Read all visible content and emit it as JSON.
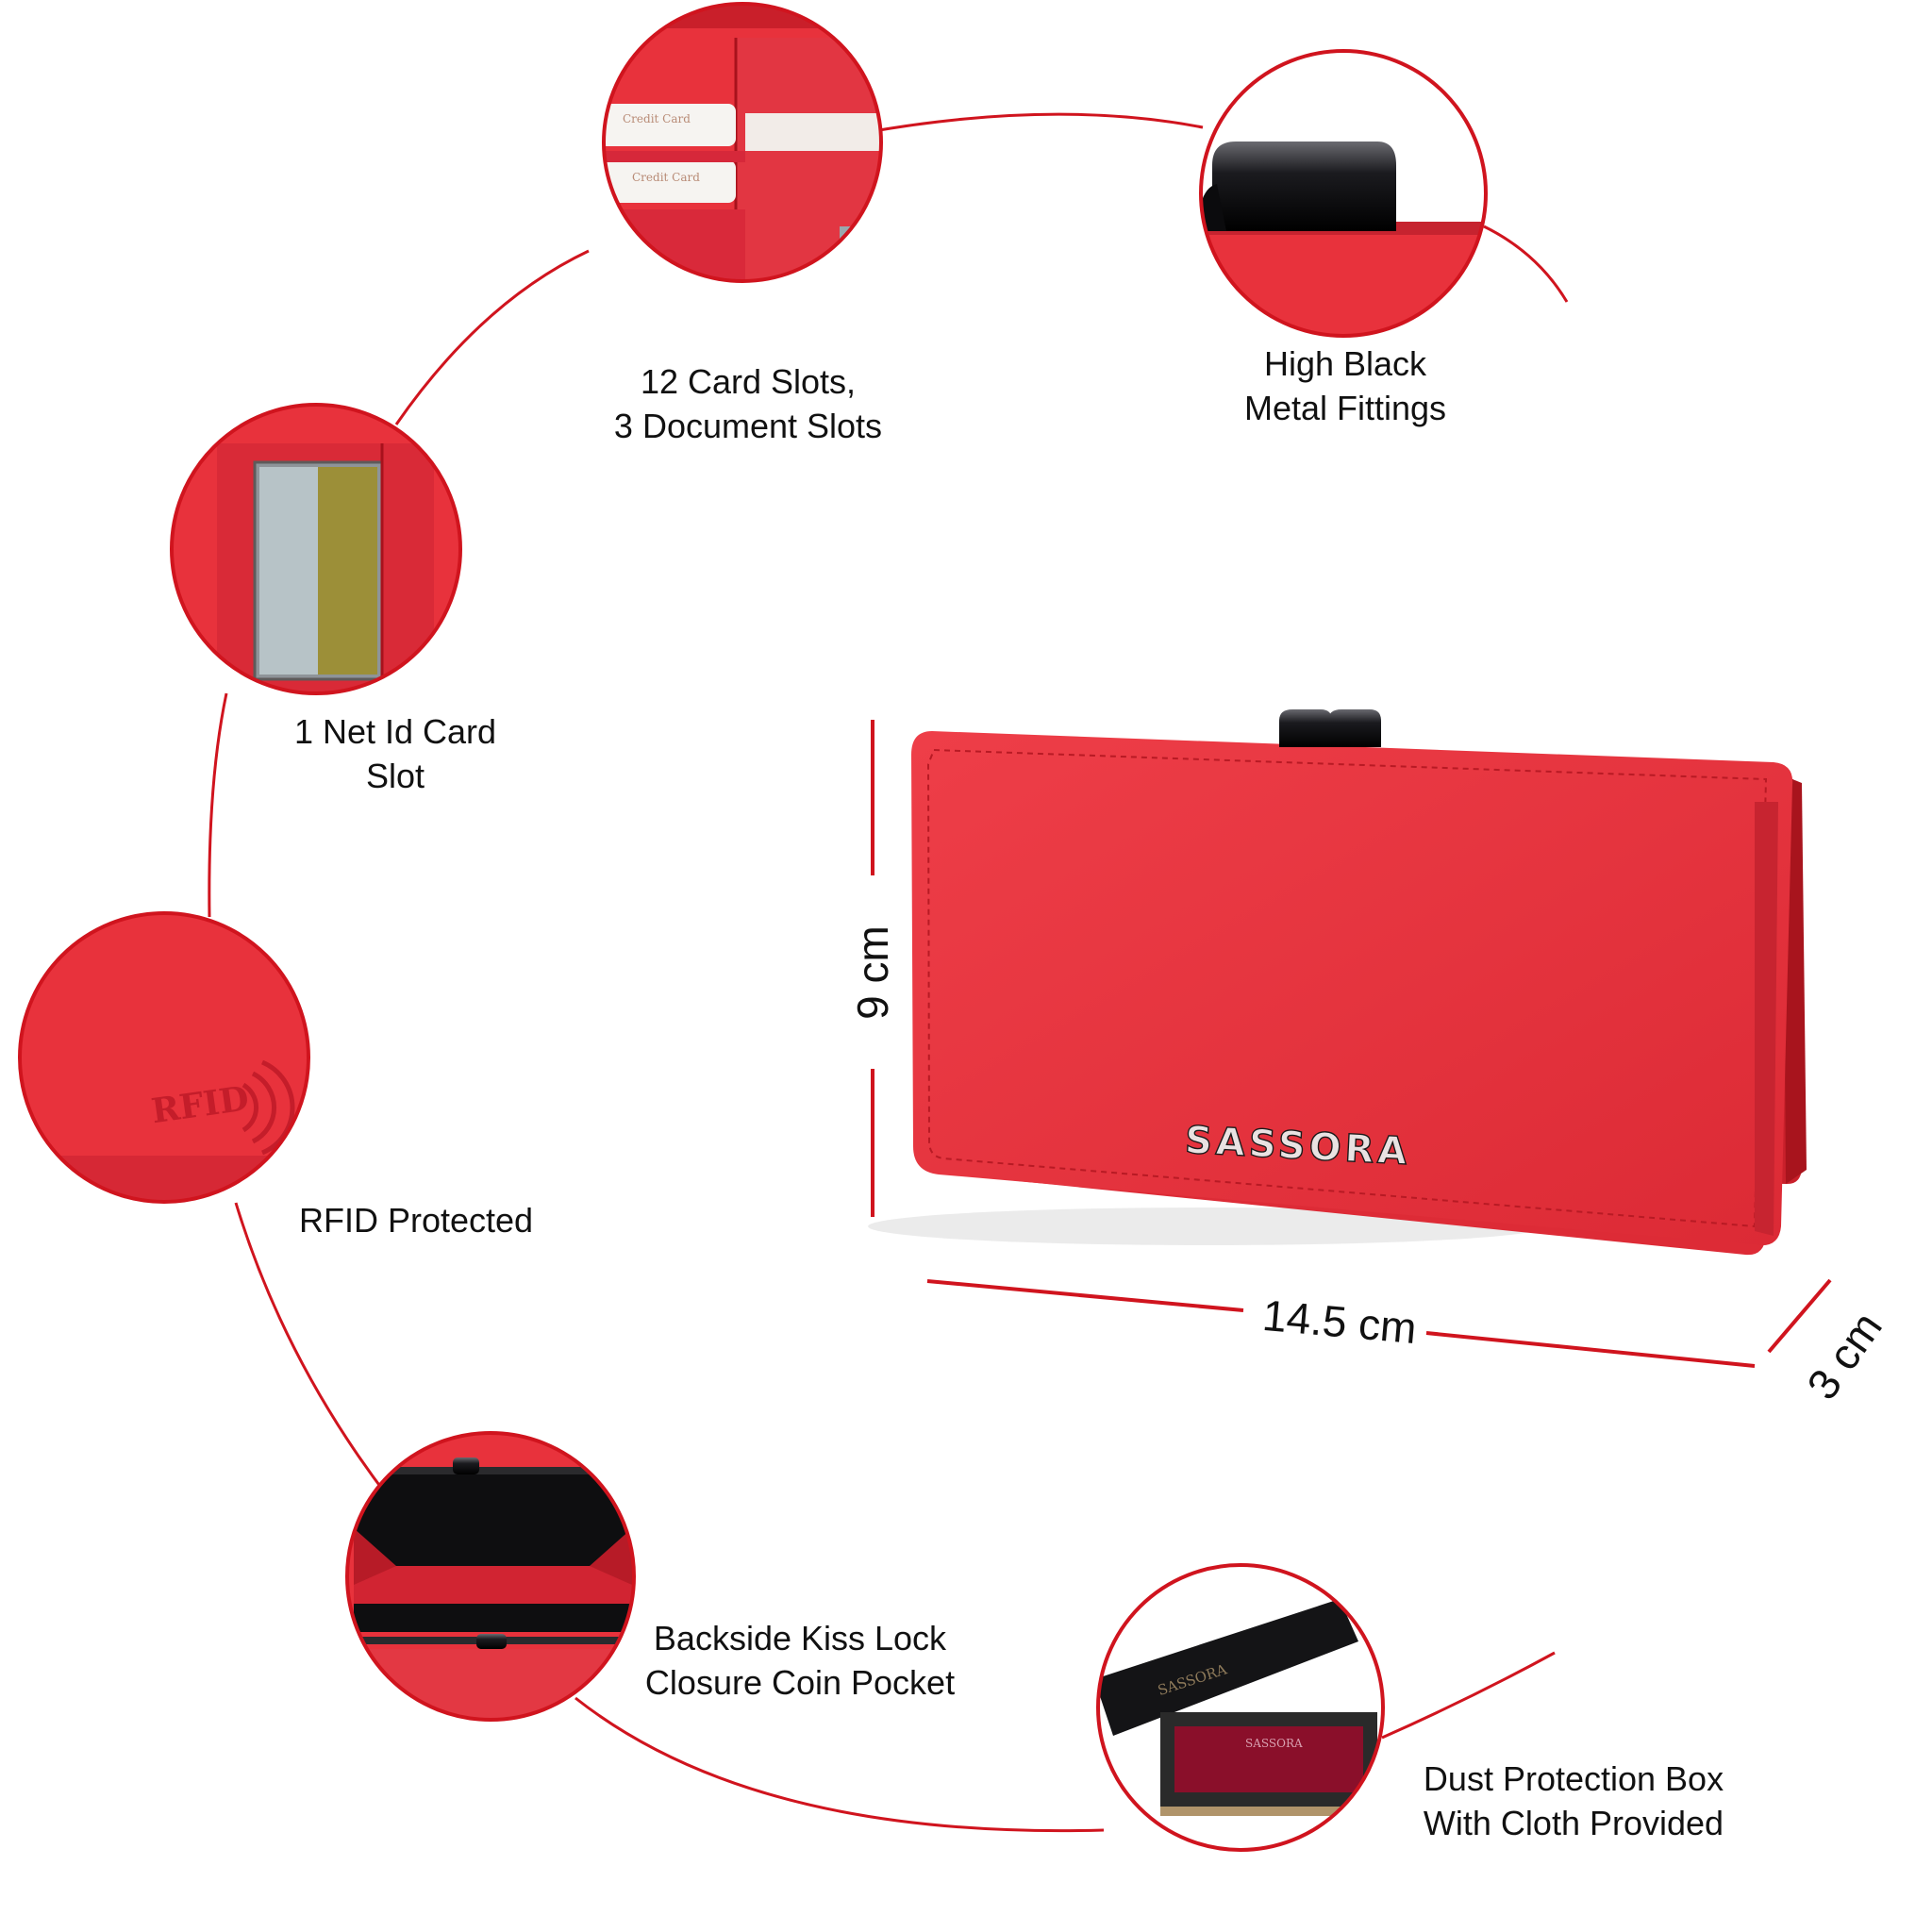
{
  "colors": {
    "accent": "#d0141e",
    "wallet_red": "#e8323c",
    "wallet_red_dark": "#b81c25",
    "metal": "#1c1c1e",
    "text": "#111111"
  },
  "features": [
    {
      "lines": [
        "12 Card Slots,",
        "3 Document Slots"
      ],
      "image": "card-slots-closeup"
    },
    {
      "lines": [
        "High Black",
        "Metal Fittings"
      ],
      "image": "metal-clasp-closeup"
    },
    {
      "lines": [
        "1 Net Id Card",
        "Slot"
      ],
      "image": "id-window-closeup"
    },
    {
      "lines": [
        "RFID Protected"
      ],
      "image": "rfid-emboss-closeup"
    },
    {
      "lines": [
        "Backside Kiss Lock",
        "Closure Coin Pocket"
      ],
      "image": "coin-pocket-closeup"
    },
    {
      "lines": [
        "Dust Protection Box",
        "With Cloth Provided"
      ],
      "image": "gift-box-closeup"
    }
  ],
  "product": {
    "brand": "SASSORA",
    "height": "9 cm",
    "width": "14.5 cm",
    "depth": "3 cm"
  },
  "closeup_text": {
    "credit_card": "Credit Card",
    "rfid": "RFID",
    "box_brand": "SASSORA"
  }
}
